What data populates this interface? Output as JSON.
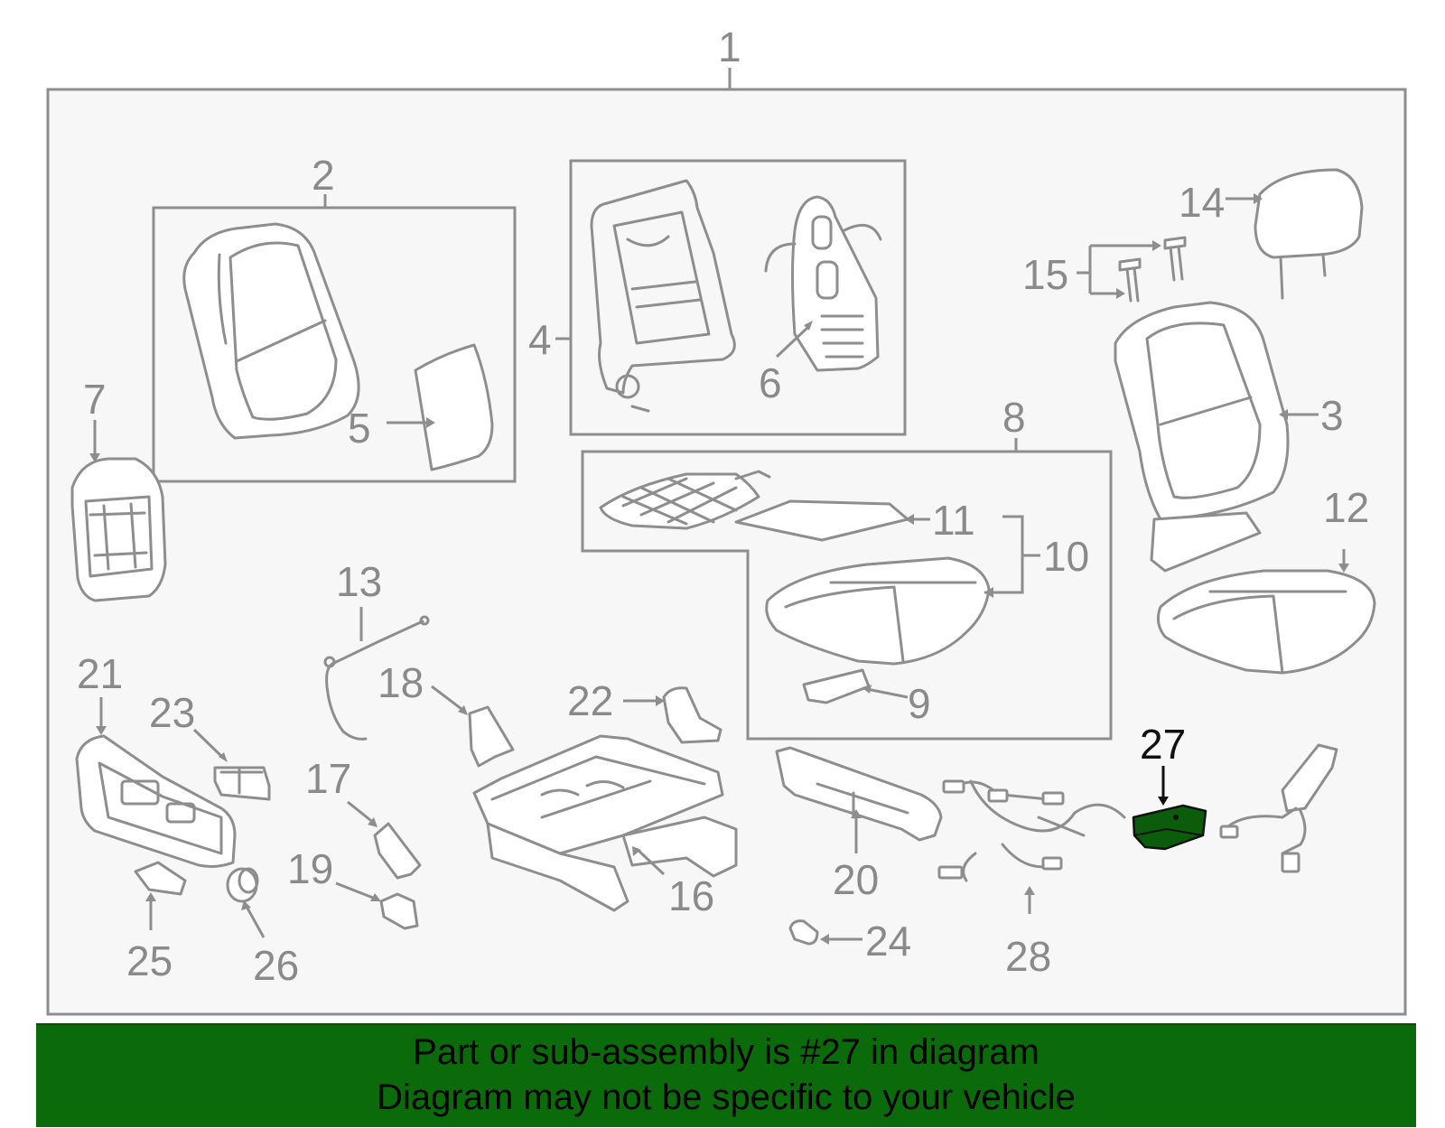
{
  "diagram": {
    "callouts": {
      "p1": "1",
      "p2": "2",
      "p3": "3",
      "p4": "4",
      "p5": "5",
      "p6": "6",
      "p7": "7",
      "p8": "8",
      "p9": "9",
      "p10": "10",
      "p11": "11",
      "p12": "12",
      "p13": "13",
      "p14": "14",
      "p15": "15",
      "p16": "16",
      "p17": "17",
      "p18": "18",
      "p19": "19",
      "p20": "20",
      "p21": "21",
      "p22": "22",
      "p23": "23",
      "p24": "24",
      "p25": "25",
      "p26": "26",
      "p27": "27",
      "p28": "28"
    },
    "highlighted_part": "27",
    "highlight_color": "#0b5d0b",
    "line_color": "#8e8e8e",
    "background_color": "#f7f7f7"
  },
  "banner": {
    "line1": "Part or sub-assembly is #27 in diagram",
    "line2": "Diagram may not be specific to your vehicle",
    "background_color": "#0b6b0b"
  }
}
